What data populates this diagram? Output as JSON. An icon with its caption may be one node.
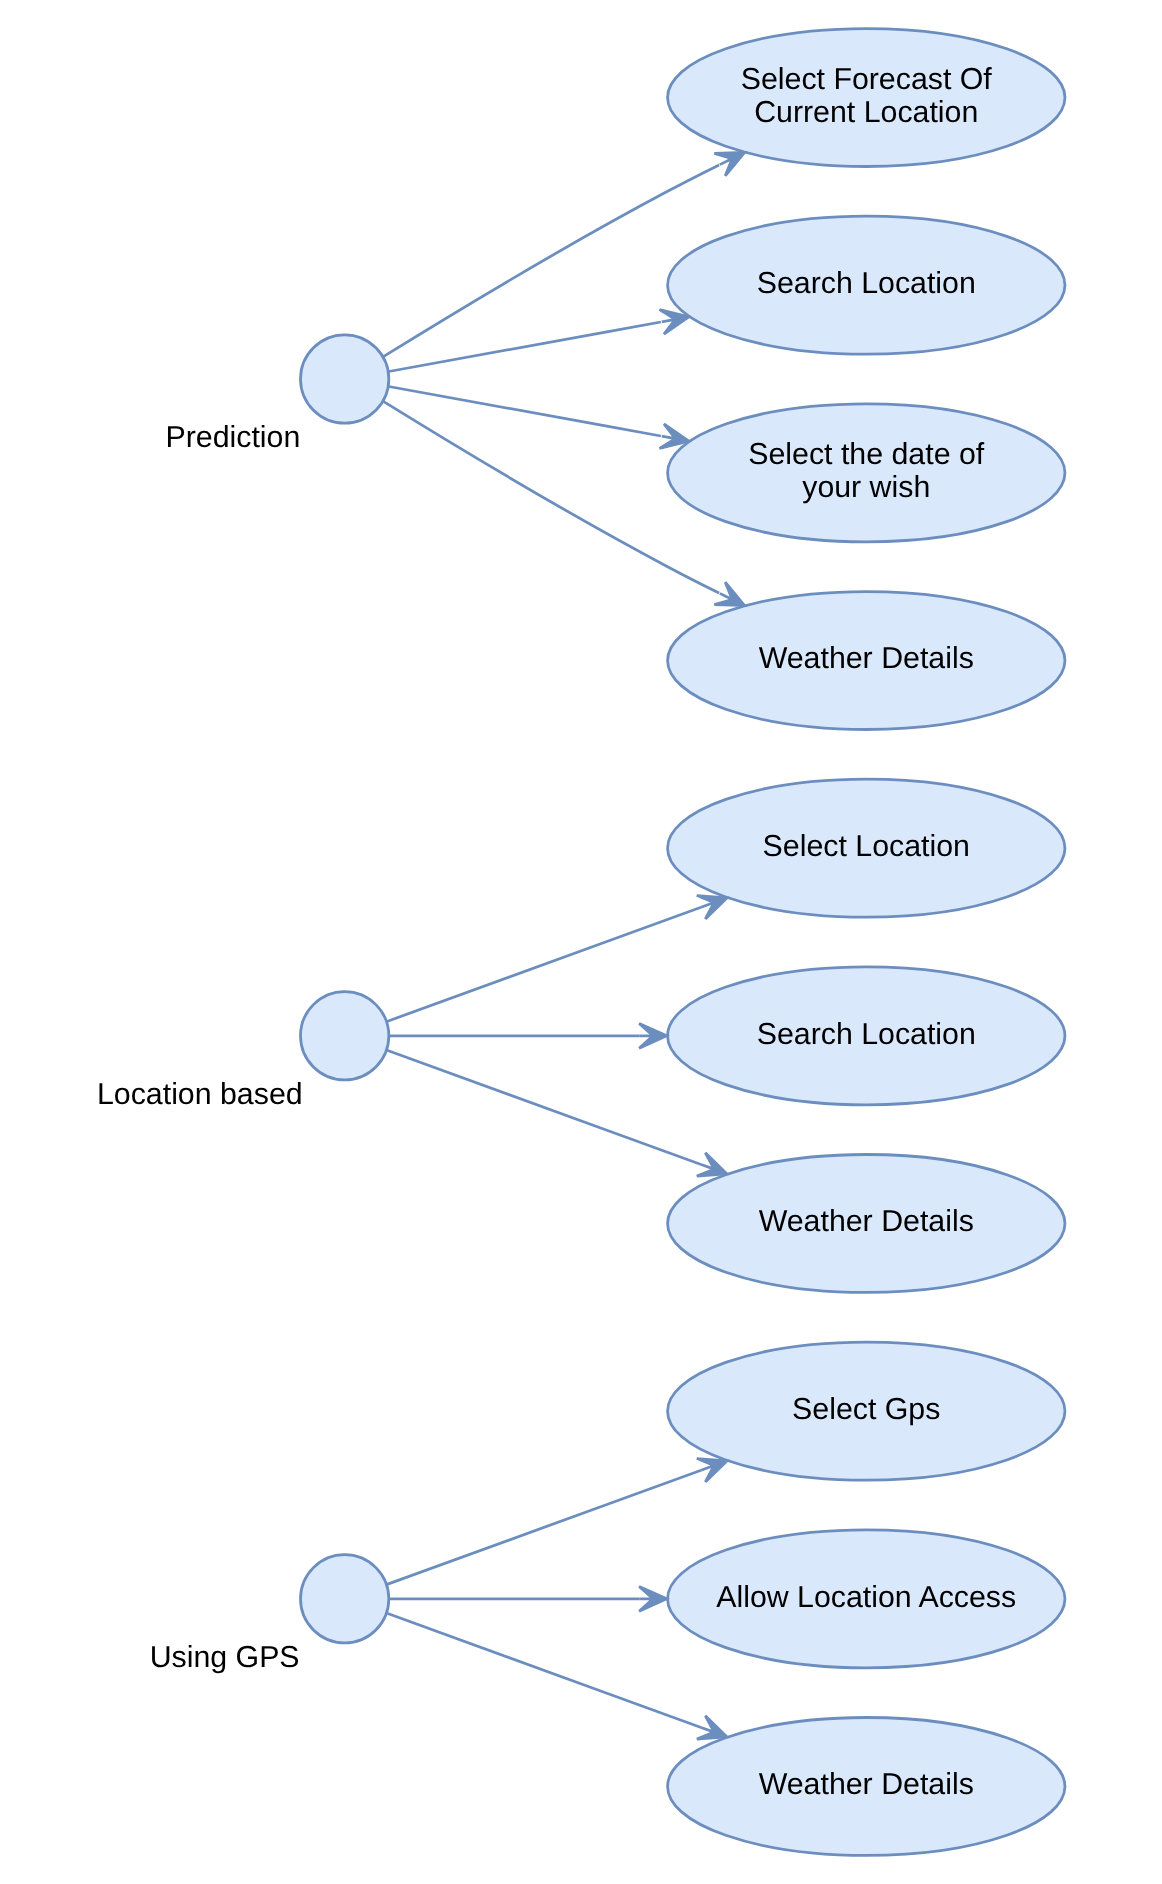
{
  "diagram": {
    "nodes": [
      {
        "text": [
          "Using GPS"
        ]
      },
      {
        "text": [
          "Select Gps"
        ]
      },
      {
        "text": [
          "Allow Location Access"
        ]
      },
      {
        "text": [
          "Weather Details"
        ]
      },
      {
        "text": [
          "Location based"
        ]
      },
      {
        "text": [
          "Select Location"
        ]
      },
      {
        "text": [
          "Search Location"
        ]
      },
      {
        "text": [
          "Weather Details"
        ]
      },
      {
        "text": [
          "Prediction"
        ]
      },
      {
        "text": [
          "Select Forecast Of Current Location"
        ]
      },
      {
        "text": [
          "Search Location"
        ]
      },
      {
        "text": [
          "Select the date of your wish"
        ]
      },
      {
        "text": [
          "Weather Details"
        ]
      }
    ],
    "edges": [
      {
        "from": 0,
        "to": 1,
        "arrow": "to"
      },
      {
        "from": 0,
        "to": 2,
        "arrow": "to"
      },
      {
        "from": 0,
        "to": 3,
        "arrow": "to"
      },
      {
        "from": 4,
        "to": 5,
        "arrow": "to"
      },
      {
        "from": 4,
        "to": 6,
        "arrow": "to"
      },
      {
        "from": 4,
        "to": 7,
        "arrow": "to"
      },
      {
        "from": 8,
        "to": 9,
        "arrow": "to"
      },
      {
        "from": 8,
        "to": 10,
        "arrow": "to"
      },
      {
        "from": 8,
        "to": 11,
        "arrow": "to"
      },
      {
        "from": 8,
        "to": 12,
        "arrow": "to"
      }
    ]
  }
}
